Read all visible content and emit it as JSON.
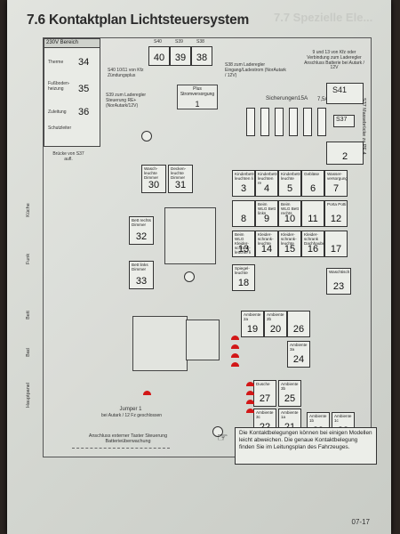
{
  "header": {
    "title": "7.6 Kontaktplan Lichtsteuersystem",
    "ghost_title": "7.7 Spezielle Ele..."
  },
  "left_panel": {
    "title": "230V Bereich",
    "items": [
      {
        "label": "Therme",
        "num": "34"
      },
      {
        "label": "Fußboden-heizung",
        "num": "35"
      },
      {
        "label": "Zuleitung",
        "num": "36"
      }
    ],
    "schutzleiter": "Schutzleiter",
    "bruecke": "Brücke von S37 aufl."
  },
  "top_relays": {
    "s40": "S40",
    "s39": "S39",
    "s38": "S38",
    "n40": "40",
    "n39": "39",
    "n38": "38"
  },
  "top_notes": {
    "s40": "S40 10/11 von Kfz Zündungsplus",
    "s39": "S39 zum Laderegler Steuerung RE+ (NorAutark/12V)",
    "s38": "S38 zum Laderegler Eingang/Ladestrom (NorAutark / 12V)",
    "s41": "9 und 13 von Kfz oder Verbindung zum Laderegler Anschluss Batterie bei Autark / 12V",
    "plus": "Plus Stromversorgung",
    "plus_num": "1"
  },
  "fuse": {
    "title": "Sicherungen15A",
    "val": "7,5A",
    "s41": "S41",
    "s37": "S37",
    "num2": "2"
  },
  "side_labels": {
    "kueche": "Küche",
    "funk": "Funk",
    "bett": "Bett",
    "bad": "Bad",
    "hauptpanel": "Hauptpanel"
  },
  "lamps": [
    {
      "label": "Wasch-leuchte Dimmer",
      "num": "30"
    },
    {
      "label": "Decken-leuchte Dimmer",
      "num": "31"
    },
    {
      "label": "Bett rechts Dimmer",
      "num": "32"
    },
    {
      "label": "Bett links Dimmer",
      "num": "33"
    }
  ],
  "grid": [
    {
      "label": "Kinderbett-leuchten li",
      "num": "3"
    },
    {
      "label": "Kinderbett-leuchten re",
      "num": "4"
    },
    {
      "label": "Kinderbett-leuchte",
      "num": "5"
    },
    {
      "label": "Gebläse",
      "num": "6"
    },
    {
      "label": "Wasser-versorgung",
      "num": "7"
    },
    {
      "label": "",
      "num": "8"
    },
    {
      "label": "Beim WLG Bett links",
      "num": "9"
    },
    {
      "label": "Beim WLG Bett rechts",
      "num": "10"
    },
    {
      "label": "",
      "num": "11"
    },
    {
      "label": "Porta Potti",
      "num": "12"
    },
    {
      "label": "Beim WLG Kleider-schrank-leuchte li",
      "num": "13"
    },
    {
      "label": "Kleider-schrank-leuchte",
      "num": "14"
    },
    {
      "label": "Kleider-schrank-leuchte",
      "num": "15"
    },
    {
      "label": "Kleider-schrank Dachhaube",
      "num": "16"
    },
    {
      "label": "",
      "num": "17"
    }
  ],
  "mid": [
    {
      "label": "Spiegel-leuchte",
      "num": "18"
    },
    {
      "label": "Waschtisch",
      "num": "23"
    }
  ],
  "ambiente": [
    {
      "label": "Ambiente 2a",
      "num": "19"
    },
    {
      "label": "Ambiente 2b",
      "num": "20"
    },
    {
      "label": "",
      "num": "26"
    },
    {
      "label": "Ambiente 3a",
      "num": "24"
    },
    {
      "label": "Dusche",
      "num": "27"
    },
    {
      "label": "Ambiente 3b",
      "num": "25"
    },
    {
      "label": "Ambiente 3c",
      "num": "22"
    },
    {
      "label": "Ambiente 1a",
      "num": "21"
    },
    {
      "label": "Ambiente 1b",
      "num": "29"
    },
    {
      "label": "Ambiente 1c",
      "num": "28"
    }
  ],
  "jumper": {
    "title": "Jumper 1",
    "text": "bei Autark / 12 Fz geschlossen"
  },
  "anschluss": "Anschluss externer Taster Steuerung Batterieüberwachung",
  "vertical_note": "S37 Massebrücke zu PE 4",
  "note": "Die Kontaktbelegungen können bei einigen Modellen leicht abweichen. Die genaue Kontaktbelegung finden Sie im Leitungsplan des Fahrzeuges.",
  "page_number": "07-17",
  "colors": {
    "page": "#d9dcd8",
    "marker": "#d21717"
  }
}
